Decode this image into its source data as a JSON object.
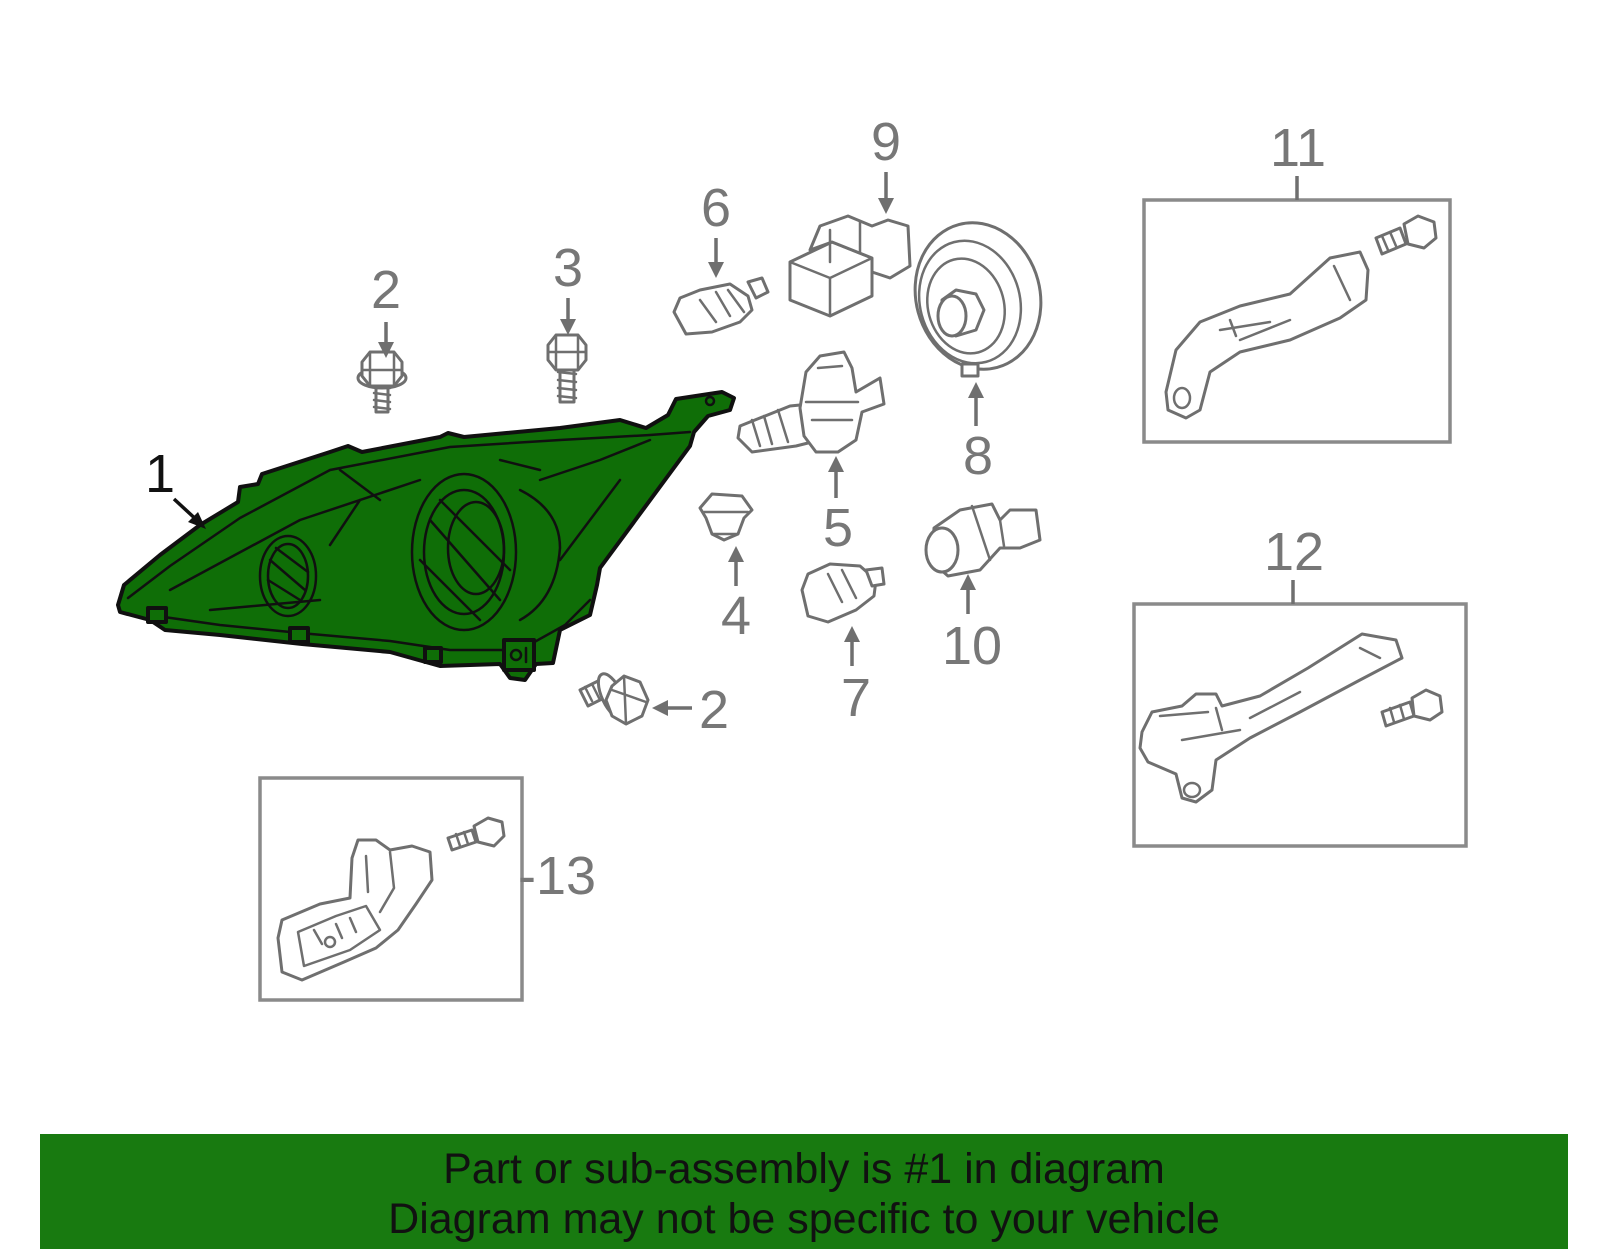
{
  "diagram": {
    "callouts": {
      "c1": "1",
      "c2a": "2",
      "c2b": "2",
      "c3": "3",
      "c4": "4",
      "c5": "5",
      "c6": "6",
      "c7": "7",
      "c8": "8",
      "c9": "9",
      "c10": "10",
      "c11": "11",
      "c12": "12",
      "c13": "-13"
    },
    "highlighted_part": "1",
    "colors": {
      "highlight": "#0f6e07",
      "banner": "#187a10",
      "line_art": "#6f6f6f"
    }
  },
  "banner": {
    "line1": "Part or sub-assembly is #1 in diagram",
    "line2": "Diagram may not be specific to your vehicle"
  }
}
